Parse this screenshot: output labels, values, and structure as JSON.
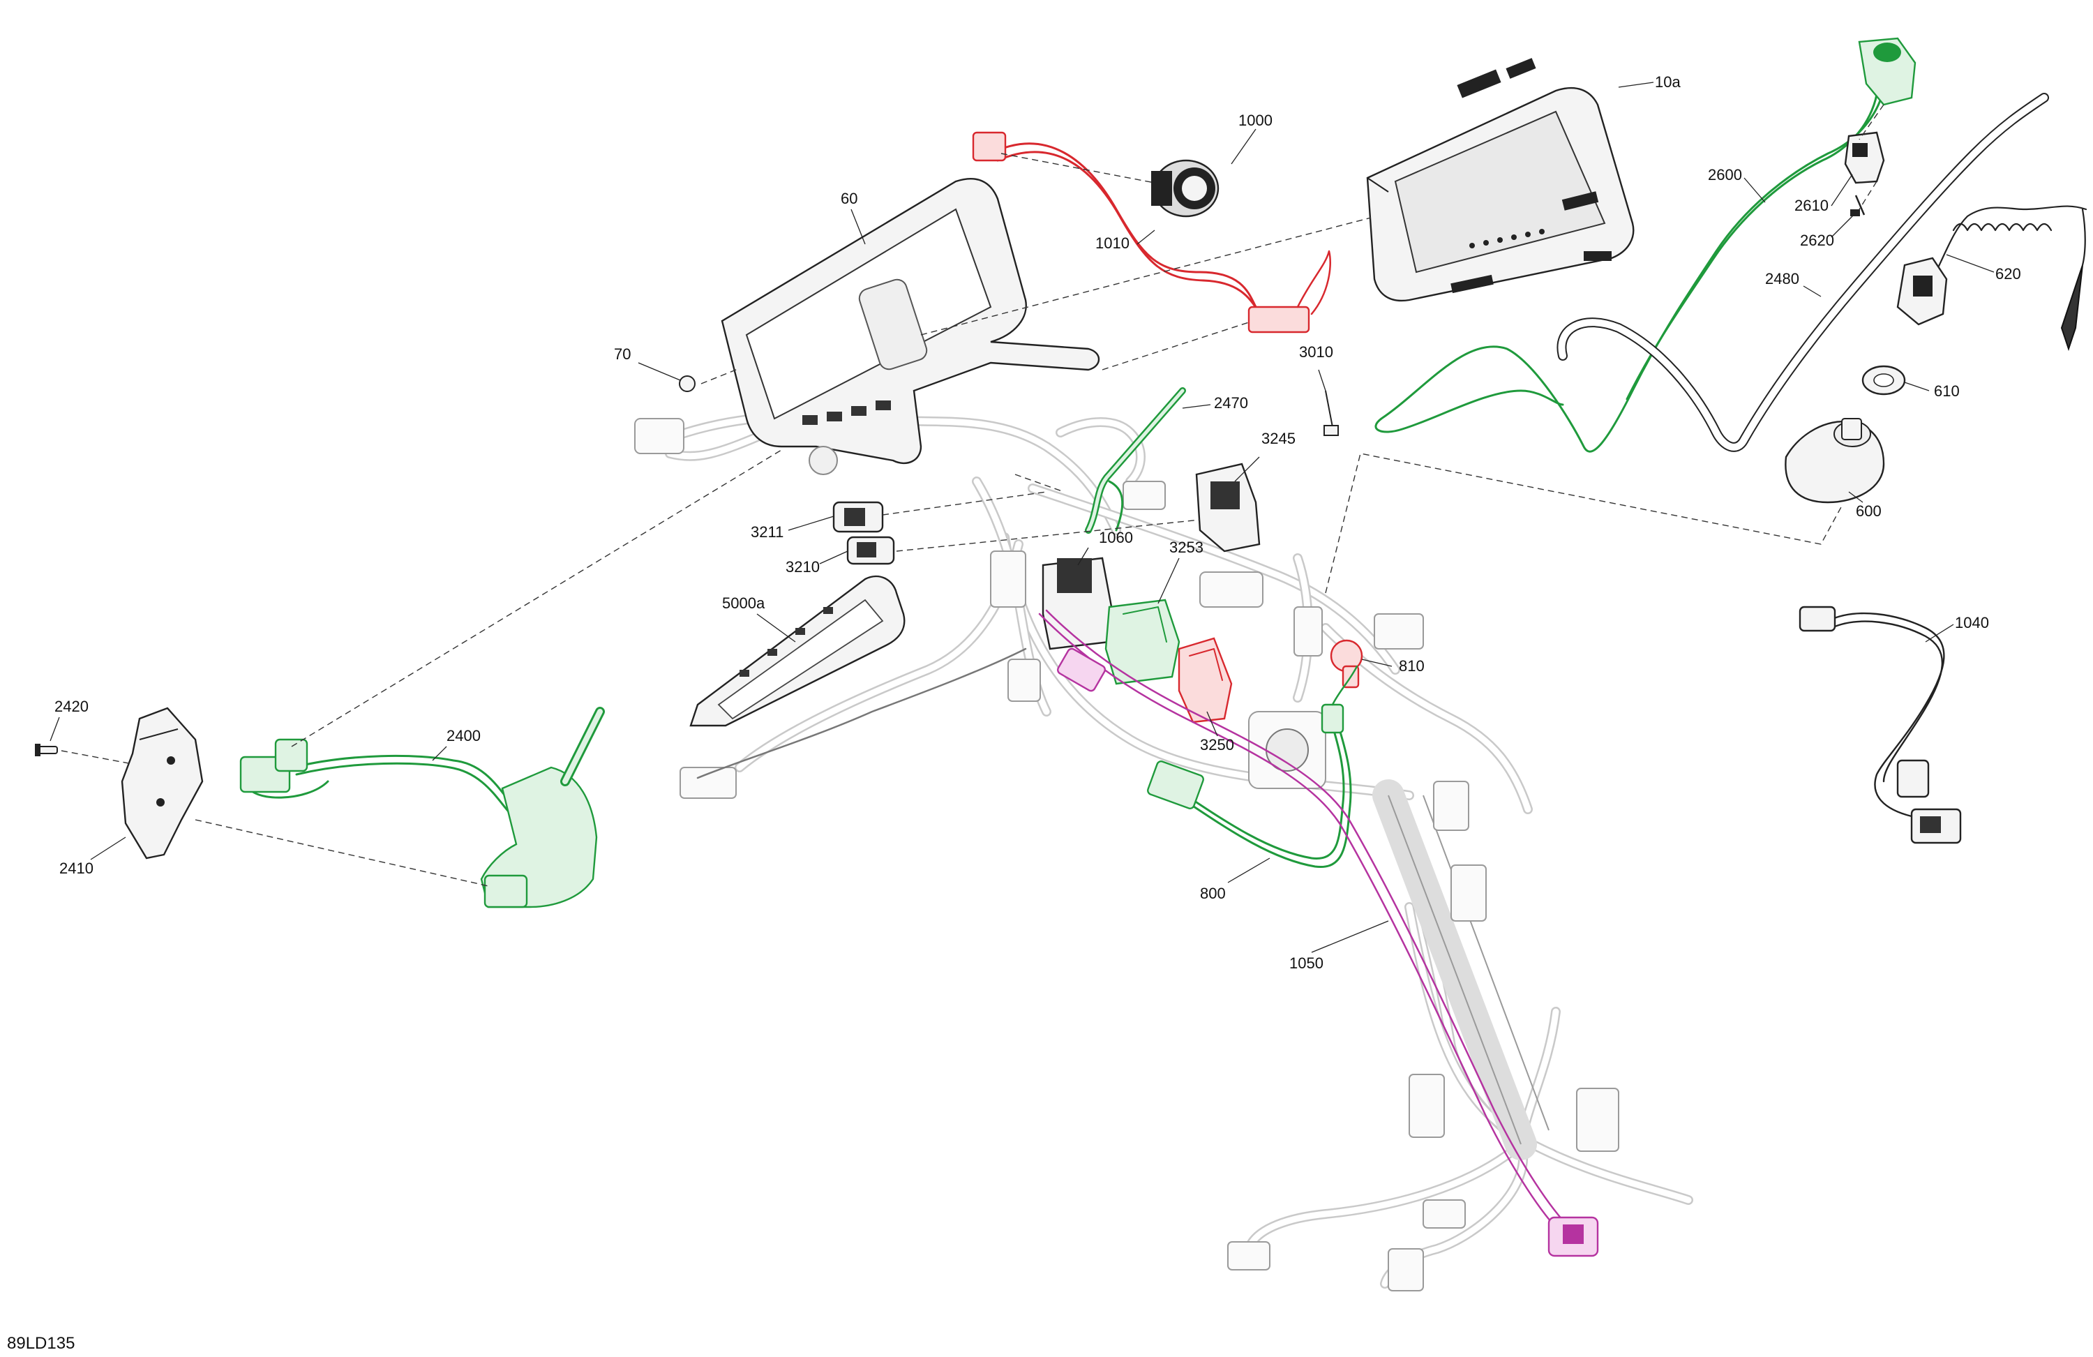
{
  "drawing_id": "89LD135",
  "colors": {
    "green": "#1f9a3c",
    "red": "#d8282e",
    "magenta": "#b533a0",
    "black": "#222222",
    "grey": "#c9c9c9"
  },
  "callouts": [
    {
      "id": "10a",
      "text": "10a"
    },
    {
      "id": "1000",
      "text": "1000"
    },
    {
      "id": "1010",
      "text": "1010"
    },
    {
      "id": "60",
      "text": "60"
    },
    {
      "id": "70",
      "text": "70"
    },
    {
      "id": "2470",
      "text": "2470"
    },
    {
      "id": "3010",
      "text": "3010"
    },
    {
      "id": "3245",
      "text": "3245"
    },
    {
      "id": "3211",
      "text": "3211"
    },
    {
      "id": "3210",
      "text": "3210"
    },
    {
      "id": "1060",
      "text": "1060"
    },
    {
      "id": "3253",
      "text": "3253"
    },
    {
      "id": "5000a",
      "text": "5000a"
    },
    {
      "id": "810",
      "text": "810"
    },
    {
      "id": "3250",
      "text": "3250"
    },
    {
      "id": "2420",
      "text": "2420"
    },
    {
      "id": "2400",
      "text": "2400"
    },
    {
      "id": "2410",
      "text": "2410"
    },
    {
      "id": "800",
      "text": "800"
    },
    {
      "id": "1050",
      "text": "1050"
    },
    {
      "id": "2600",
      "text": "2600"
    },
    {
      "id": "2610",
      "text": "2610"
    },
    {
      "id": "2620",
      "text": "2620"
    },
    {
      "id": "2480",
      "text": "2480"
    },
    {
      "id": "620",
      "text": "620"
    },
    {
      "id": "610",
      "text": "610"
    },
    {
      "id": "600",
      "text": "600"
    },
    {
      "id": "1040",
      "text": "1040"
    }
  ]
}
